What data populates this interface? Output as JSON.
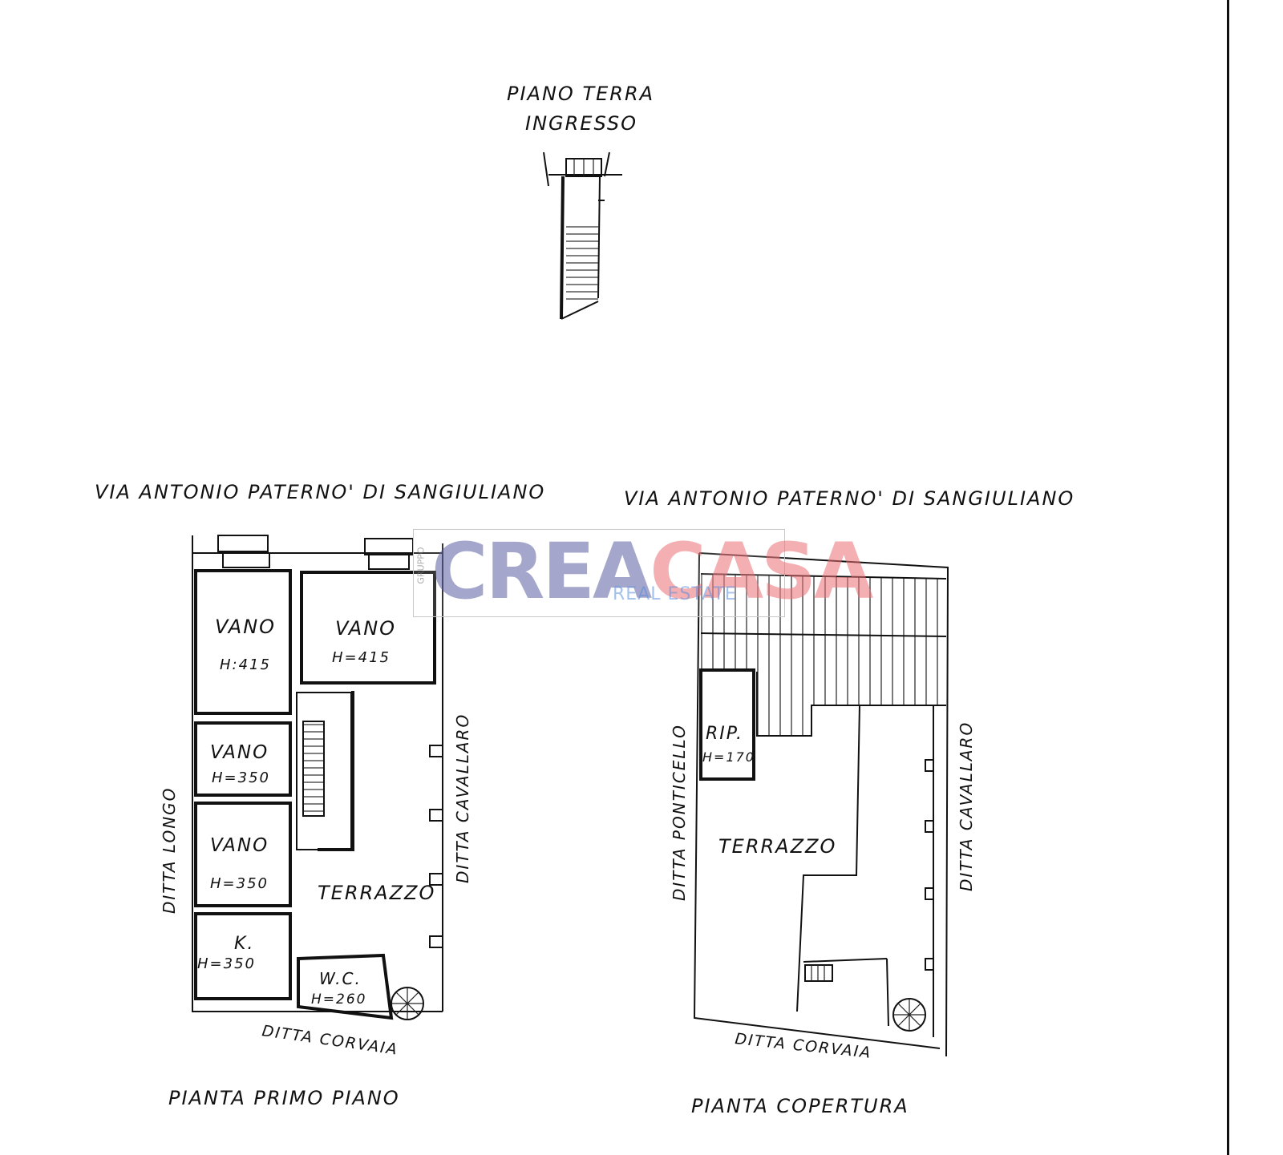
{
  "ground_floor": {
    "title": "PIANO TERRA",
    "subtitle": "INGRESSO"
  },
  "first_floor": {
    "street": "VIA ANTONIO PATERNO' DI SANGIULIANO",
    "caption": "PIANTA PRIMO PIANO",
    "left_neighbor": "DITTA LONGO",
    "right_neighbor": "DITTA CAVALLARO",
    "bottom_neighbor": "DITTA CORVAIA",
    "rooms": [
      {
        "name": "VANO",
        "height": "H:415"
      },
      {
        "name": "VANO",
        "height": "H=415"
      },
      {
        "name": "VANO",
        "height": "H=350"
      },
      {
        "name": "VANO",
        "height": "H=350"
      },
      {
        "name": "K.",
        "height": "H=350"
      },
      {
        "name": "W.C.",
        "height": "H=260"
      },
      {
        "name": "TERRAZZO",
        "height": ""
      }
    ]
  },
  "roof": {
    "street": "VIA ANTONIO PATERNO' DI SANGIULIANO",
    "caption": "PIANTA COPERTURA",
    "left_neighbor": "DITTA PONTICELLO",
    "right_neighbor": "DITTA CAVALLARO",
    "bottom_neighbor": "DITTA CORVAIA",
    "rooms": [
      {
        "name": "RIP.",
        "height": "H=170"
      },
      {
        "name": "TERRAZZO",
        "height": ""
      }
    ]
  },
  "watermark": {
    "brand_a": "CREA",
    "brand_b": "CASA",
    "tagline": "REAL ESTATE",
    "side": "GRUPPO",
    "color_a": "#5a5fa0",
    "color_b": "#eb6e73",
    "color_tagline": "#5a8cdc"
  }
}
